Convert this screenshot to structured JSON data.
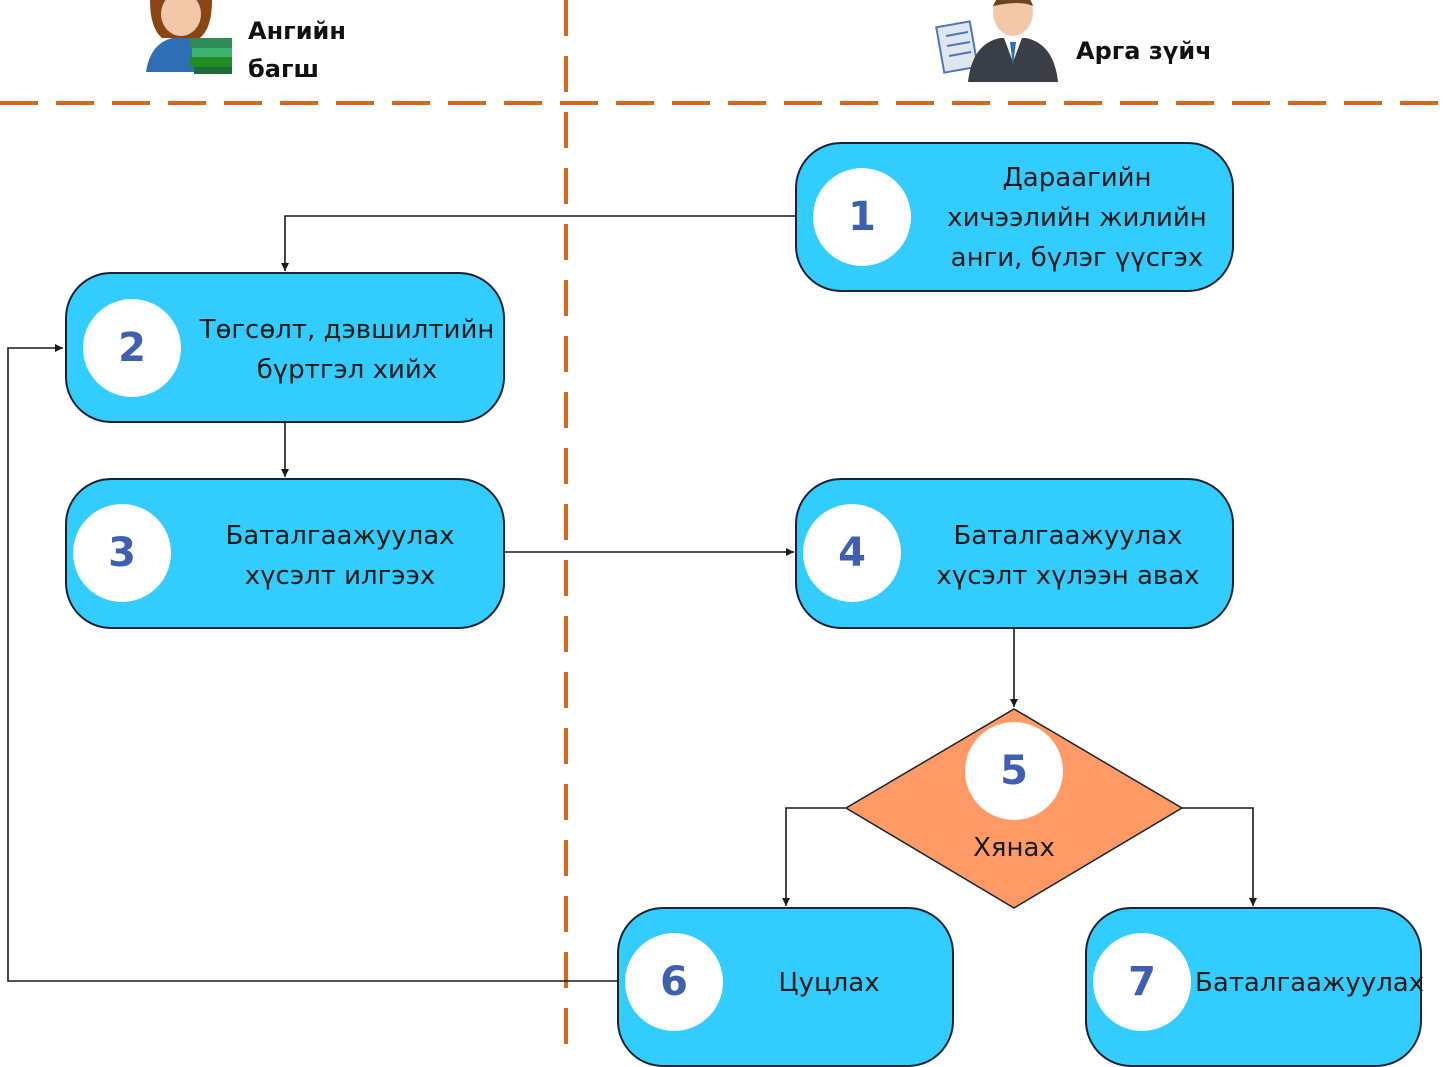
{
  "lanes": [
    {
      "label": "Ангийн\nбагш",
      "icon": "teacher-icon"
    },
    {
      "label": "Арга зүйч",
      "icon": "methodologist-icon"
    }
  ],
  "steps": [
    {
      "number": "1",
      "text": "Дараагийн\nхичээлийн жилийн\nанги, бүлэг үүсгэх"
    },
    {
      "number": "2",
      "text": "Төгсөлт, дэвшилтийн\nбүртгэл хийх"
    },
    {
      "number": "3",
      "text": "Баталгаажуулах\nхүсэлт илгээх"
    },
    {
      "number": "4",
      "text": "Баталгаажуулах\nхүсэлт хүлээн авах"
    },
    {
      "number": "5",
      "text": "Хянах"
    },
    {
      "number": "6",
      "text": "Цуцлах"
    },
    {
      "number": "7",
      "text": "Баталгаажуулах"
    }
  ],
  "colors": {
    "process_fill": "#33ccff",
    "decision_fill": "#ff9966",
    "number_color": "#3f5fb0",
    "lane_divider": "#d2691e",
    "connector": "#1a1a1a"
  }
}
